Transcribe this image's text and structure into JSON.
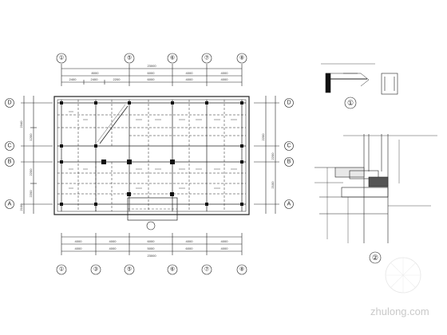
{
  "top_axes": [
    "①",
    "⑤",
    "⑥",
    "⑦",
    "⑧"
  ],
  "bottom_axes": [
    "①",
    "③",
    "⑤",
    "⑥",
    "⑦",
    "⑧"
  ],
  "left_axes": [
    "D",
    "C",
    "B",
    "A"
  ],
  "top_dims": {
    "total": "23000",
    "segments": [
      "2400",
      "2400",
      "2200",
      "6000",
      "4000",
      "4000"
    ],
    "groups": [
      "8000",
      "6000",
      "4000",
      "4000"
    ]
  },
  "bottom_dims": {
    "segments": [
      "4000",
      "4000",
      "6000",
      "4000",
      "4000"
    ],
    "sub": [
      "4000",
      "4000",
      "5000",
      "6000",
      "4000"
    ],
    "total": "23000"
  },
  "left_dims": [
    "2340",
    "1200",
    "2200",
    "2200",
    "2100"
  ],
  "right_dims": [
    "2200",
    "2200",
    "2100"
  ],
  "detail_labels": [
    "①",
    "②"
  ],
  "watermark": "zhulong.com"
}
